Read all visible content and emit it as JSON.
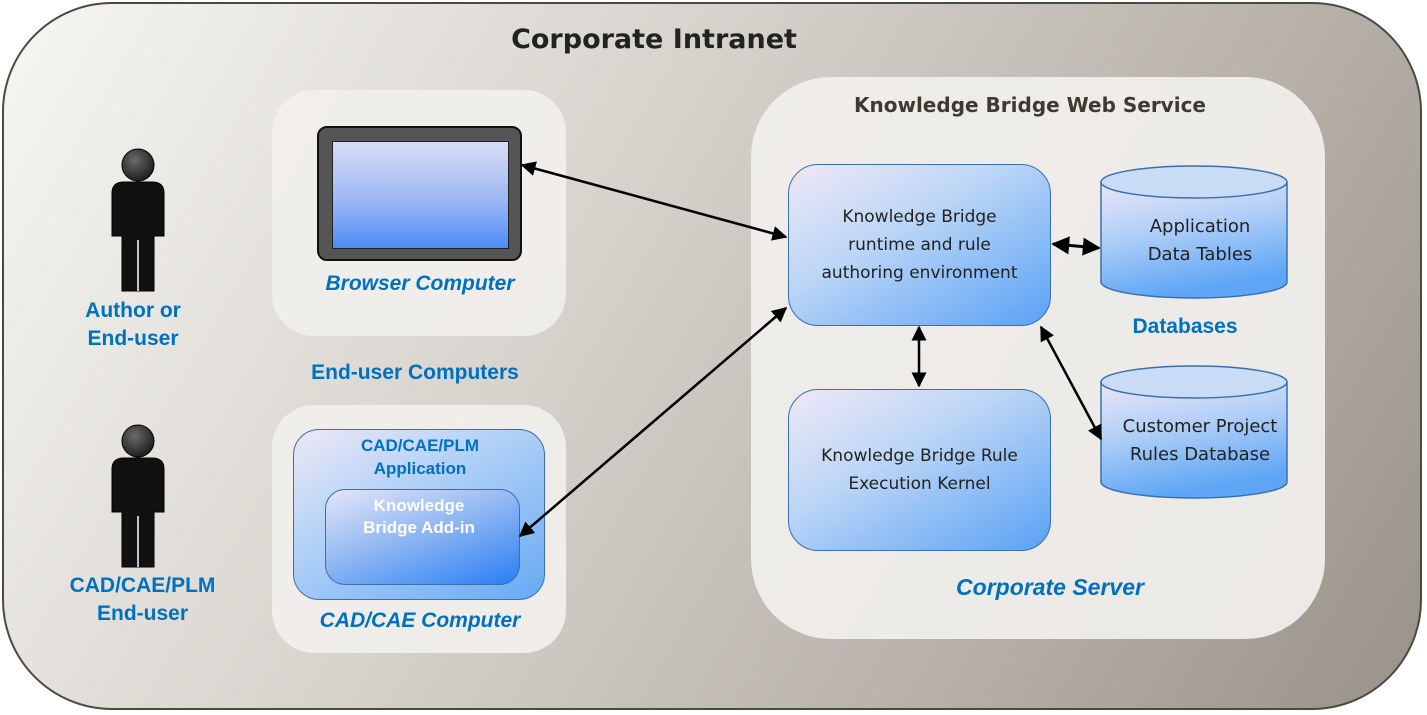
{
  "diagram": {
    "intranet_title": "Corporate Intranet",
    "actors": {
      "author": "Author or End-user",
      "cad_user": "CAD/CAE/PLM End-user"
    },
    "end_user_computers_label": "End-user Computers",
    "browser_computer": {
      "label": "Browser Computer"
    },
    "cad_computer": {
      "label": "CAD/CAE Computer",
      "application_label": "CAD/CAE/PLM Application",
      "addin_label": "Knowledge Bridge Add-in"
    },
    "server": {
      "service_title": "Knowledge Bridge Web Service",
      "runtime_box": "Knowledge Bridge runtime and rule authoring environment",
      "kernel_box": "Knowledge Bridge Rule Execution Kernel",
      "databases_label": "Databases",
      "db_app_tables": "Application Data Tables",
      "db_rules": "Customer Project Rules Database",
      "server_label": "Corporate Server"
    },
    "colors": {
      "label_blue": "#0070c0",
      "box_blue": "#5aa2f5",
      "outline": "#4a4a42"
    }
  }
}
